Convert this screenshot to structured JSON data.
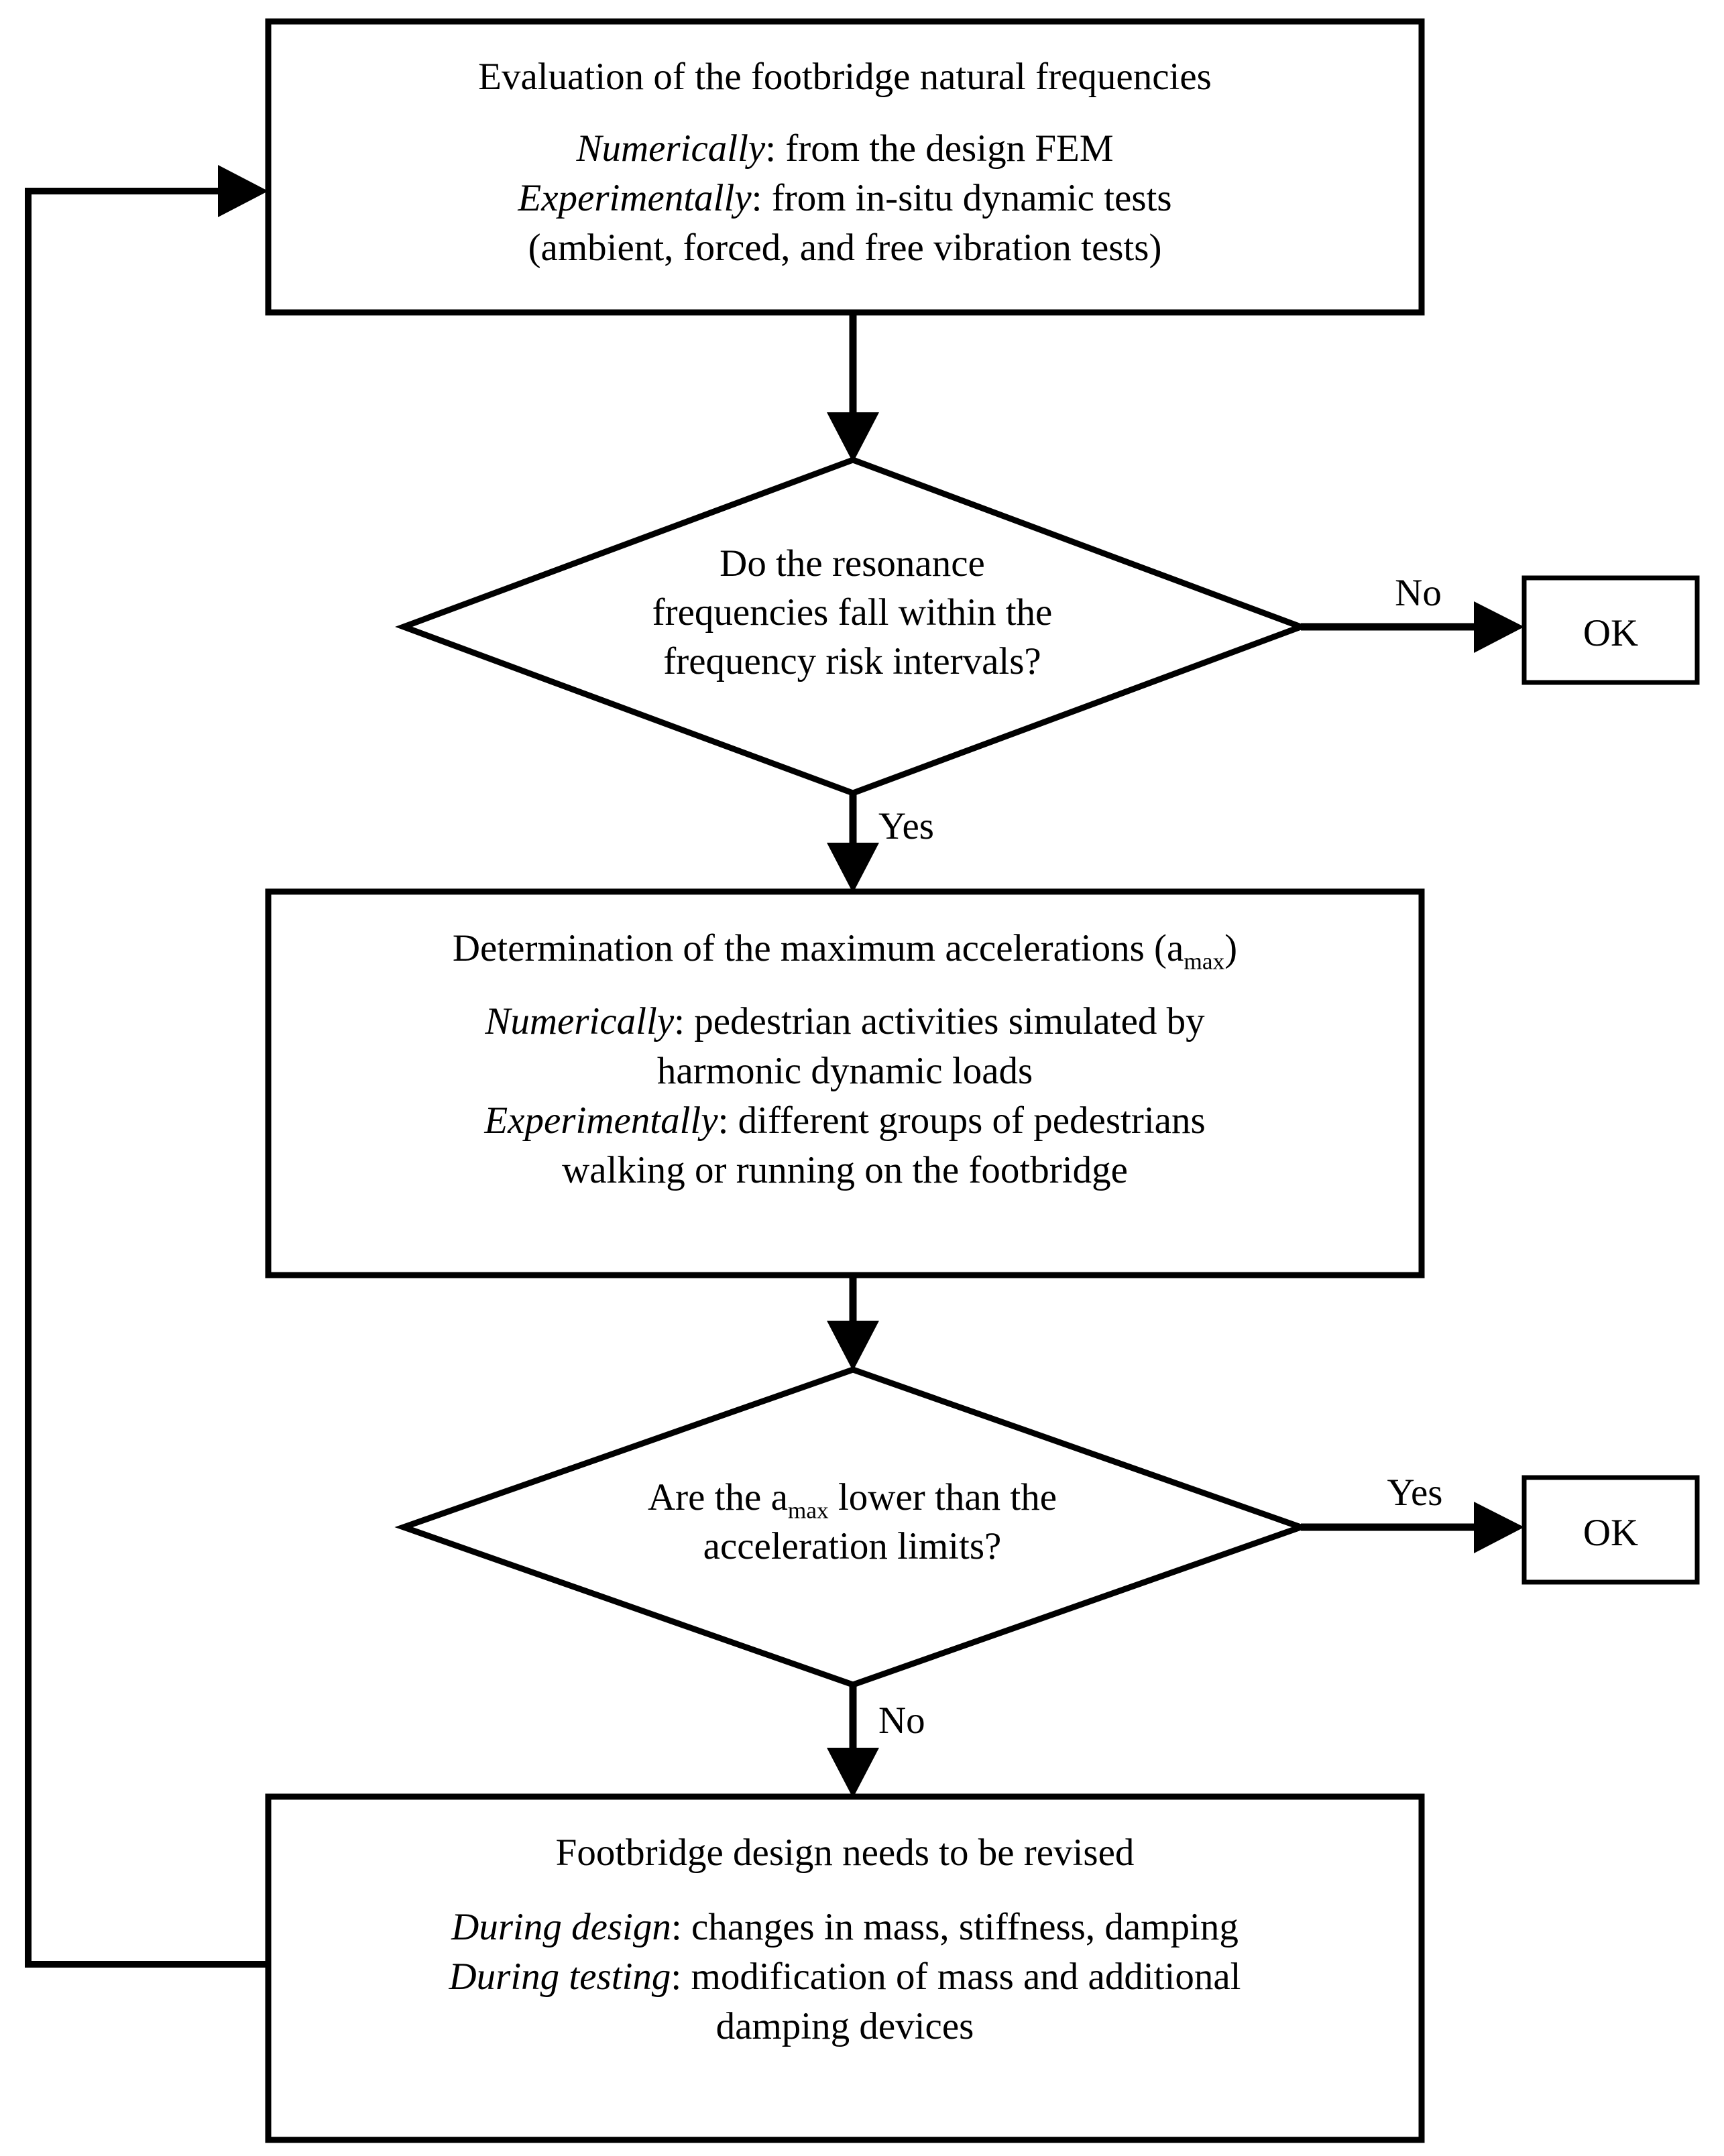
{
  "diagram": {
    "type": "flowchart",
    "title": "Footbridge vibration serviceability assessment flowchart",
    "background_color": "#ffffff",
    "line_color": "#000000"
  },
  "nodes": {
    "evaluation_box": {
      "shape": "process",
      "title": "Evaluation of the footbridge natural frequencies",
      "body": [
        {
          "emphasis": "Numerically",
          "rest": ": from the design FEM"
        },
        {
          "emphasis": "Experimentally",
          "rest": ": from in-situ dynamic tests"
        },
        {
          "emphasis": "",
          "rest": "(ambient, forced, and free vibration tests)"
        }
      ]
    },
    "frequency_decision": {
      "shape": "decision",
      "lines": [
        "Do the resonance",
        "frequencies fall within the",
        "frequency risk intervals?"
      ]
    },
    "ok_box_frequency": {
      "shape": "terminator",
      "label": "OK"
    },
    "acceleration_box": {
      "shape": "process",
      "title_prefix": "Determination of the maximum accelerations (a",
      "title_sub": "max",
      "title_suffix": ")",
      "body": [
        {
          "emphasis": "Numerically",
          "rest": ": pedestrian activities simulated by"
        },
        {
          "emphasis": "",
          "rest": "harmonic dynamic loads"
        },
        {
          "emphasis": "Experimentally",
          "rest": ": different groups of pedestrians"
        },
        {
          "emphasis": "",
          "rest": "walking or running on the footbridge"
        }
      ]
    },
    "acceleration_decision": {
      "shape": "decision",
      "line1_prefix": "Are the a",
      "line1_sub": "max",
      "line1_suffix": " lower than the",
      "line2": "acceleration limits?"
    },
    "ok_box_acceleration": {
      "shape": "terminator",
      "label": "OK"
    },
    "revision_box": {
      "shape": "process",
      "title": "Footbridge design needs to be revised",
      "body": [
        {
          "emphasis": "During design",
          "rest": ": changes in mass, stiffness, damping"
        },
        {
          "emphasis": "During testing",
          "rest": ": modification of mass and additional"
        },
        {
          "emphasis": "",
          "rest": "damping devices"
        }
      ]
    }
  },
  "edges": {
    "evaluation_to_frequency_decision": {
      "label": ""
    },
    "frequency_decision_no": {
      "label": "No"
    },
    "frequency_decision_yes": {
      "label": "Yes"
    },
    "acceleration_to_decision": {
      "label": ""
    },
    "acceleration_decision_yes": {
      "label": "Yes"
    },
    "acceleration_decision_no": {
      "label": "No"
    },
    "revision_feedback_loop": {
      "label": ""
    }
  }
}
